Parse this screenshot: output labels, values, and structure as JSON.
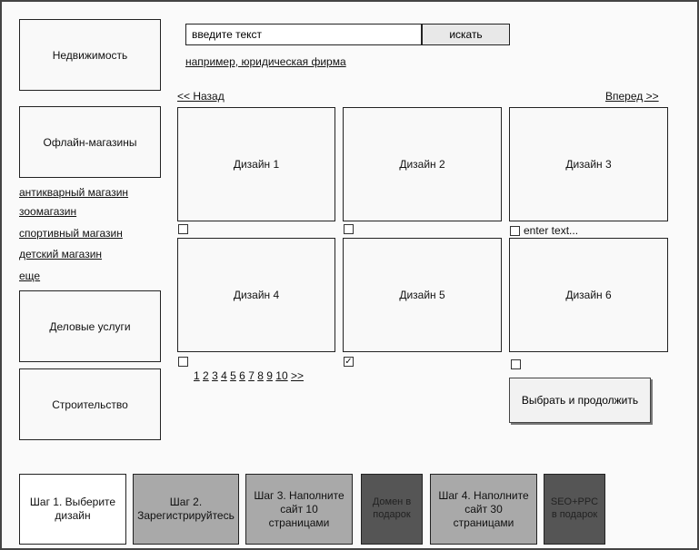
{
  "sidebar": {
    "cat_real_estate": "Недвижимость",
    "cat_offline_shops": "Офлайн-магазины",
    "subcategories": [
      "антикварный магазин",
      "зоомагазин",
      "спортивный магазин",
      "детский магазин",
      "еще"
    ],
    "cat_business_services": "Деловые услуги",
    "cat_construction": "Строительство"
  },
  "search": {
    "value": "введите текст",
    "button_label": "искать",
    "example_link": "например, юридическая фирма"
  },
  "nav": {
    "back": "<< Назад",
    "forward": "Вперед >>"
  },
  "designs": [
    {
      "label": "Дизайн 1",
      "checked": false
    },
    {
      "label": "Дизайн 2",
      "checked": false
    },
    {
      "label": "Дизайн 3",
      "checked": false
    },
    {
      "label": "Дизайн 4",
      "checked": false
    },
    {
      "label": "Дизайн 5",
      "checked": true
    },
    {
      "label": "Дизайн 6",
      "checked": false
    }
  ],
  "design3_note": "enter text...",
  "pagination": [
    "1",
    "2",
    "3",
    "4",
    "5",
    "6",
    "7",
    "8",
    "9",
    "10",
    ">>"
  ],
  "continue_button": "Выбрать и продолжить",
  "steps": [
    {
      "label": "Шаг 1. Выберите дизайн"
    },
    {
      "label": "Шаг 2. Зарегистрируйтесь"
    },
    {
      "label": "Шаг 3. Наполните сайт 10 страницами"
    },
    {
      "label": "Домен в подарок"
    },
    {
      "label": "Шаг 4. Наполните сайт 30 страницами"
    },
    {
      "label": "SEO+PPC в подарок"
    }
  ],
  "colors": {
    "step_active": "#ffffff",
    "step_inactive": "#a9a9a9",
    "step_bonus": "#555555"
  }
}
